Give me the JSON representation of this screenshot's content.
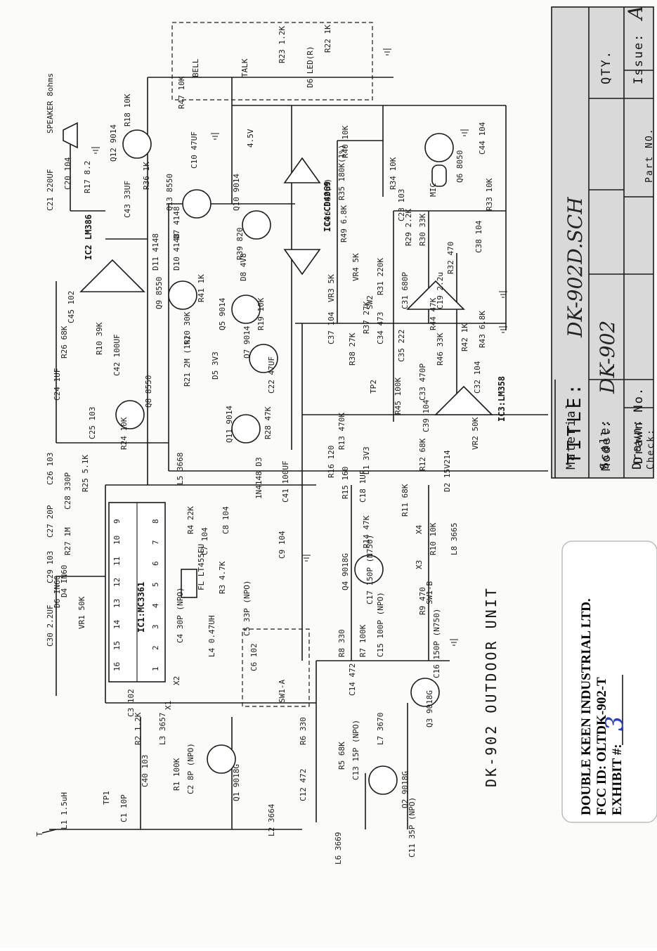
{
  "sheet_title": "DK-902 OUTDOOR UNIT",
  "title_block": {
    "title_label": "TITLE:",
    "title_value": "DK-902D.SCH",
    "material_label": "Material",
    "qty_label": "QTY.",
    "issue_label": "Issue:",
    "issue_value": "A",
    "model_label": "Model:",
    "model_value": "DK-902",
    "drawn_no_label": "Drawn No.",
    "scale_label": "Scale:",
    "drawn_label": "Drawn:",
    "check_label": "Check:",
    "part_no_label": "Part NO."
  },
  "stamp": {
    "line1": "DOUBLE KEEN INDUSTRIAL LTD.",
    "line2": "FCC ID: OLTDK-902-T",
    "line3_label": "EXHIBIT #:",
    "exhibit_value": "3"
  },
  "ics": {
    "ic1": "IC1:MC3361",
    "ic2": "IC2 LM386",
    "ic3": "IC3:LM358",
    "ic4": "IC4:CD4069"
  },
  "ic1_pins": [
    "16",
    "15",
    "14",
    "13",
    "12",
    "11",
    "10",
    "9",
    "1",
    "2",
    "3",
    "4",
    "5",
    "6",
    "7",
    "8"
  ],
  "components": {
    "speaker": "SPEAKER 8ohms",
    "bell": "BELL",
    "talk": "TALK",
    "r23": "R23 1.2K",
    "r22": "R22 1K",
    "d6a": "D6 LED(R)",
    "r47": "R47 10K",
    "r18": "R18 10K",
    "q12": "Q12 9014",
    "c10": "C10 47UF",
    "r36": "R36 1K",
    "c20": "C20 104",
    "r17": "R17 8.2",
    "c21": "C21 220UF",
    "c43": "C43 33UF",
    "q13": "Q13 8550",
    "q10": "Q10 9014",
    "bat": "4.5V",
    "r40": "R40 10K",
    "r35": "R35 180K(1%)",
    "c36": "C36 682(M)",
    "r49": "R49 6.8K",
    "r34": "R34 10K",
    "mic": "MIC",
    "q6": "Q6 8050",
    "c44": "C44 104",
    "r33": "R33 10K",
    "c23": "C23 103",
    "r29": "R29 2.2K",
    "r30": "R30 33K",
    "r32": "R32 470",
    "c38": "C38 104",
    "d7": "D7 4148",
    "d11": "D11 4148",
    "d10": "D10 4148",
    "r39": "R39 820",
    "d8": "D8 4V8",
    "vr4": "VR4 5K",
    "vr3": "VR3 5K",
    "sw2": "SW2",
    "r31": "R31 220K",
    "c31": "C31 680P",
    "c19": "C19 2.2u",
    "c45": "C45 102",
    "r26": "R26 68K",
    "r10": "R10 39K",
    "c42": "C42 100UF",
    "q9": "Q9 8550",
    "r41": "R41 1K",
    "q5": "Q5 9014",
    "r19": "R19 10K",
    "r20": "R20 30K",
    "q7": "Q7 9014",
    "c37": "C37 104",
    "r38": "R38 27K",
    "r37": "R37 27K",
    "c34": "C34 473",
    "r44": "R44 47K",
    "r42": "R42 1K",
    "r43": "R43 6.8K",
    "c24": "C24 1UF",
    "q8": "Q8 8550",
    "r21": "R21 2M (1%)",
    "d5": "D5 3V3",
    "c22": "C22 47UF",
    "tp2": "TP2",
    "r45": "R45 100K",
    "c33": "C33 470P",
    "r46": "R46 33K",
    "c35": "C35 222",
    "c32": "C32 104",
    "c25": "C25 103",
    "r24": "R24 10K",
    "q11": "Q11 9014",
    "r28": "R28 47K",
    "r13": "R13 470K",
    "c39": "C39 104",
    "vr2": "VR2 50K",
    "d1": "D1 3V3",
    "r16": "R16 120",
    "r12": "R12 68K",
    "d2": "D2 15V214",
    "c26": "C26 103",
    "c28": "C28 330P",
    "r25": "R25 5.1K",
    "l5": "L5 3668",
    "d3": "1N4148 D3",
    "c41": "C41 100UF",
    "r15": "R15 160",
    "c18": "C18 1UF",
    "r11": "R11 68K",
    "r4": "R4 22K",
    "c8": "C8 104",
    "c27": "C27 20P",
    "r27": "R27 1M",
    "c7": "C7 104",
    "c9": "C9 104",
    "r14": "R14 47K",
    "x4": "X4",
    "r10b": "R10 10K",
    "l8": "L8 3665",
    "c29": "C29 103",
    "fl": "FL LT455EU",
    "r3": "R3 4.7K",
    "q4": "Q4 9018G",
    "x3": "X3",
    "sw1b": "SW1-B",
    "d6b": "D6 IN60",
    "d4": "D4 IN60",
    "c30": "C30 2.2UF",
    "vr1": "VR1 50K",
    "c17": "C17 150P (N750)",
    "r9": "R9 470",
    "c4": "C4 30P (NPO)",
    "c5": "C5 33P (NPO)",
    "l4": "L4 0.47UH",
    "r8": "R8 330",
    "r7": "R7 100K",
    "c15": "C15 100P (NPO)",
    "c16": "C16 150P (N750)",
    "x1": "X1",
    "x2": "X2",
    "c6": "C6 102",
    "sw1a": "SW1-A",
    "c14": "C14 472",
    "q3": "Q3 9018G",
    "c3": "C3 102",
    "r2": "R2 1.2K",
    "l3": "L3 3657",
    "r6": "R6 330",
    "l7": "L7 3670",
    "c13": "C13 15P (NPO)",
    "r5": "R5 68K",
    "q1": "Q1 9018G",
    "c40": "C40 103",
    "r1": "R1 100K",
    "c2": "C2 8P (NPO)",
    "q2": "Q2 9018G",
    "c12": "C12 472",
    "l2": "L2 3664",
    "l1": "L1 1.5uH",
    "tp1": "TP1",
    "c1": "C1 10P",
    "l6": "L6 3669",
    "c11": "C11 35P (NPO)",
    "ant": "T"
  }
}
